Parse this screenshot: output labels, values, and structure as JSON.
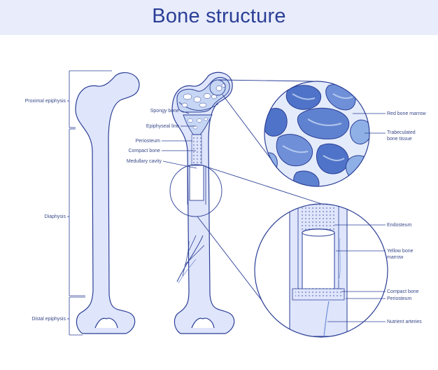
{
  "title": "Bone structure",
  "labels": {
    "proximal_epiphysis": "Proximal epiphysis",
    "diaphysis": "Diaphysis",
    "distal_epiphysis": "Distal epiphysis",
    "spongy_bone": "Spongy bone",
    "epiphyseal_line": "Epiphyseal line",
    "periosteum_left": "Periosteum",
    "compact_bone_left": "Compact bone",
    "medullary_cavity": "Medullary cavity",
    "red_bone_marrow": "Red bone marrow",
    "trabeculated_1": "Trabeculated",
    "trabeculated_2": "bone tissue",
    "endosteum": "Endosteum",
    "yellow_marrow_1": "Yellow bone",
    "yellow_marrow_2": "marrow",
    "compact_bone_right": "Compact bone",
    "periosteum_right": "Periosteum",
    "nutrient_arteries": "Nutrient arteries"
  },
  "colors": {
    "outline": "#2b3f96",
    "bone_fill": "#dfe5fb",
    "dark_blue": "#4f73c8",
    "mid_blue": "#8fb0e6",
    "light_blue": "#c6d6f4",
    "title_bg": "#e9ecfb"
  }
}
